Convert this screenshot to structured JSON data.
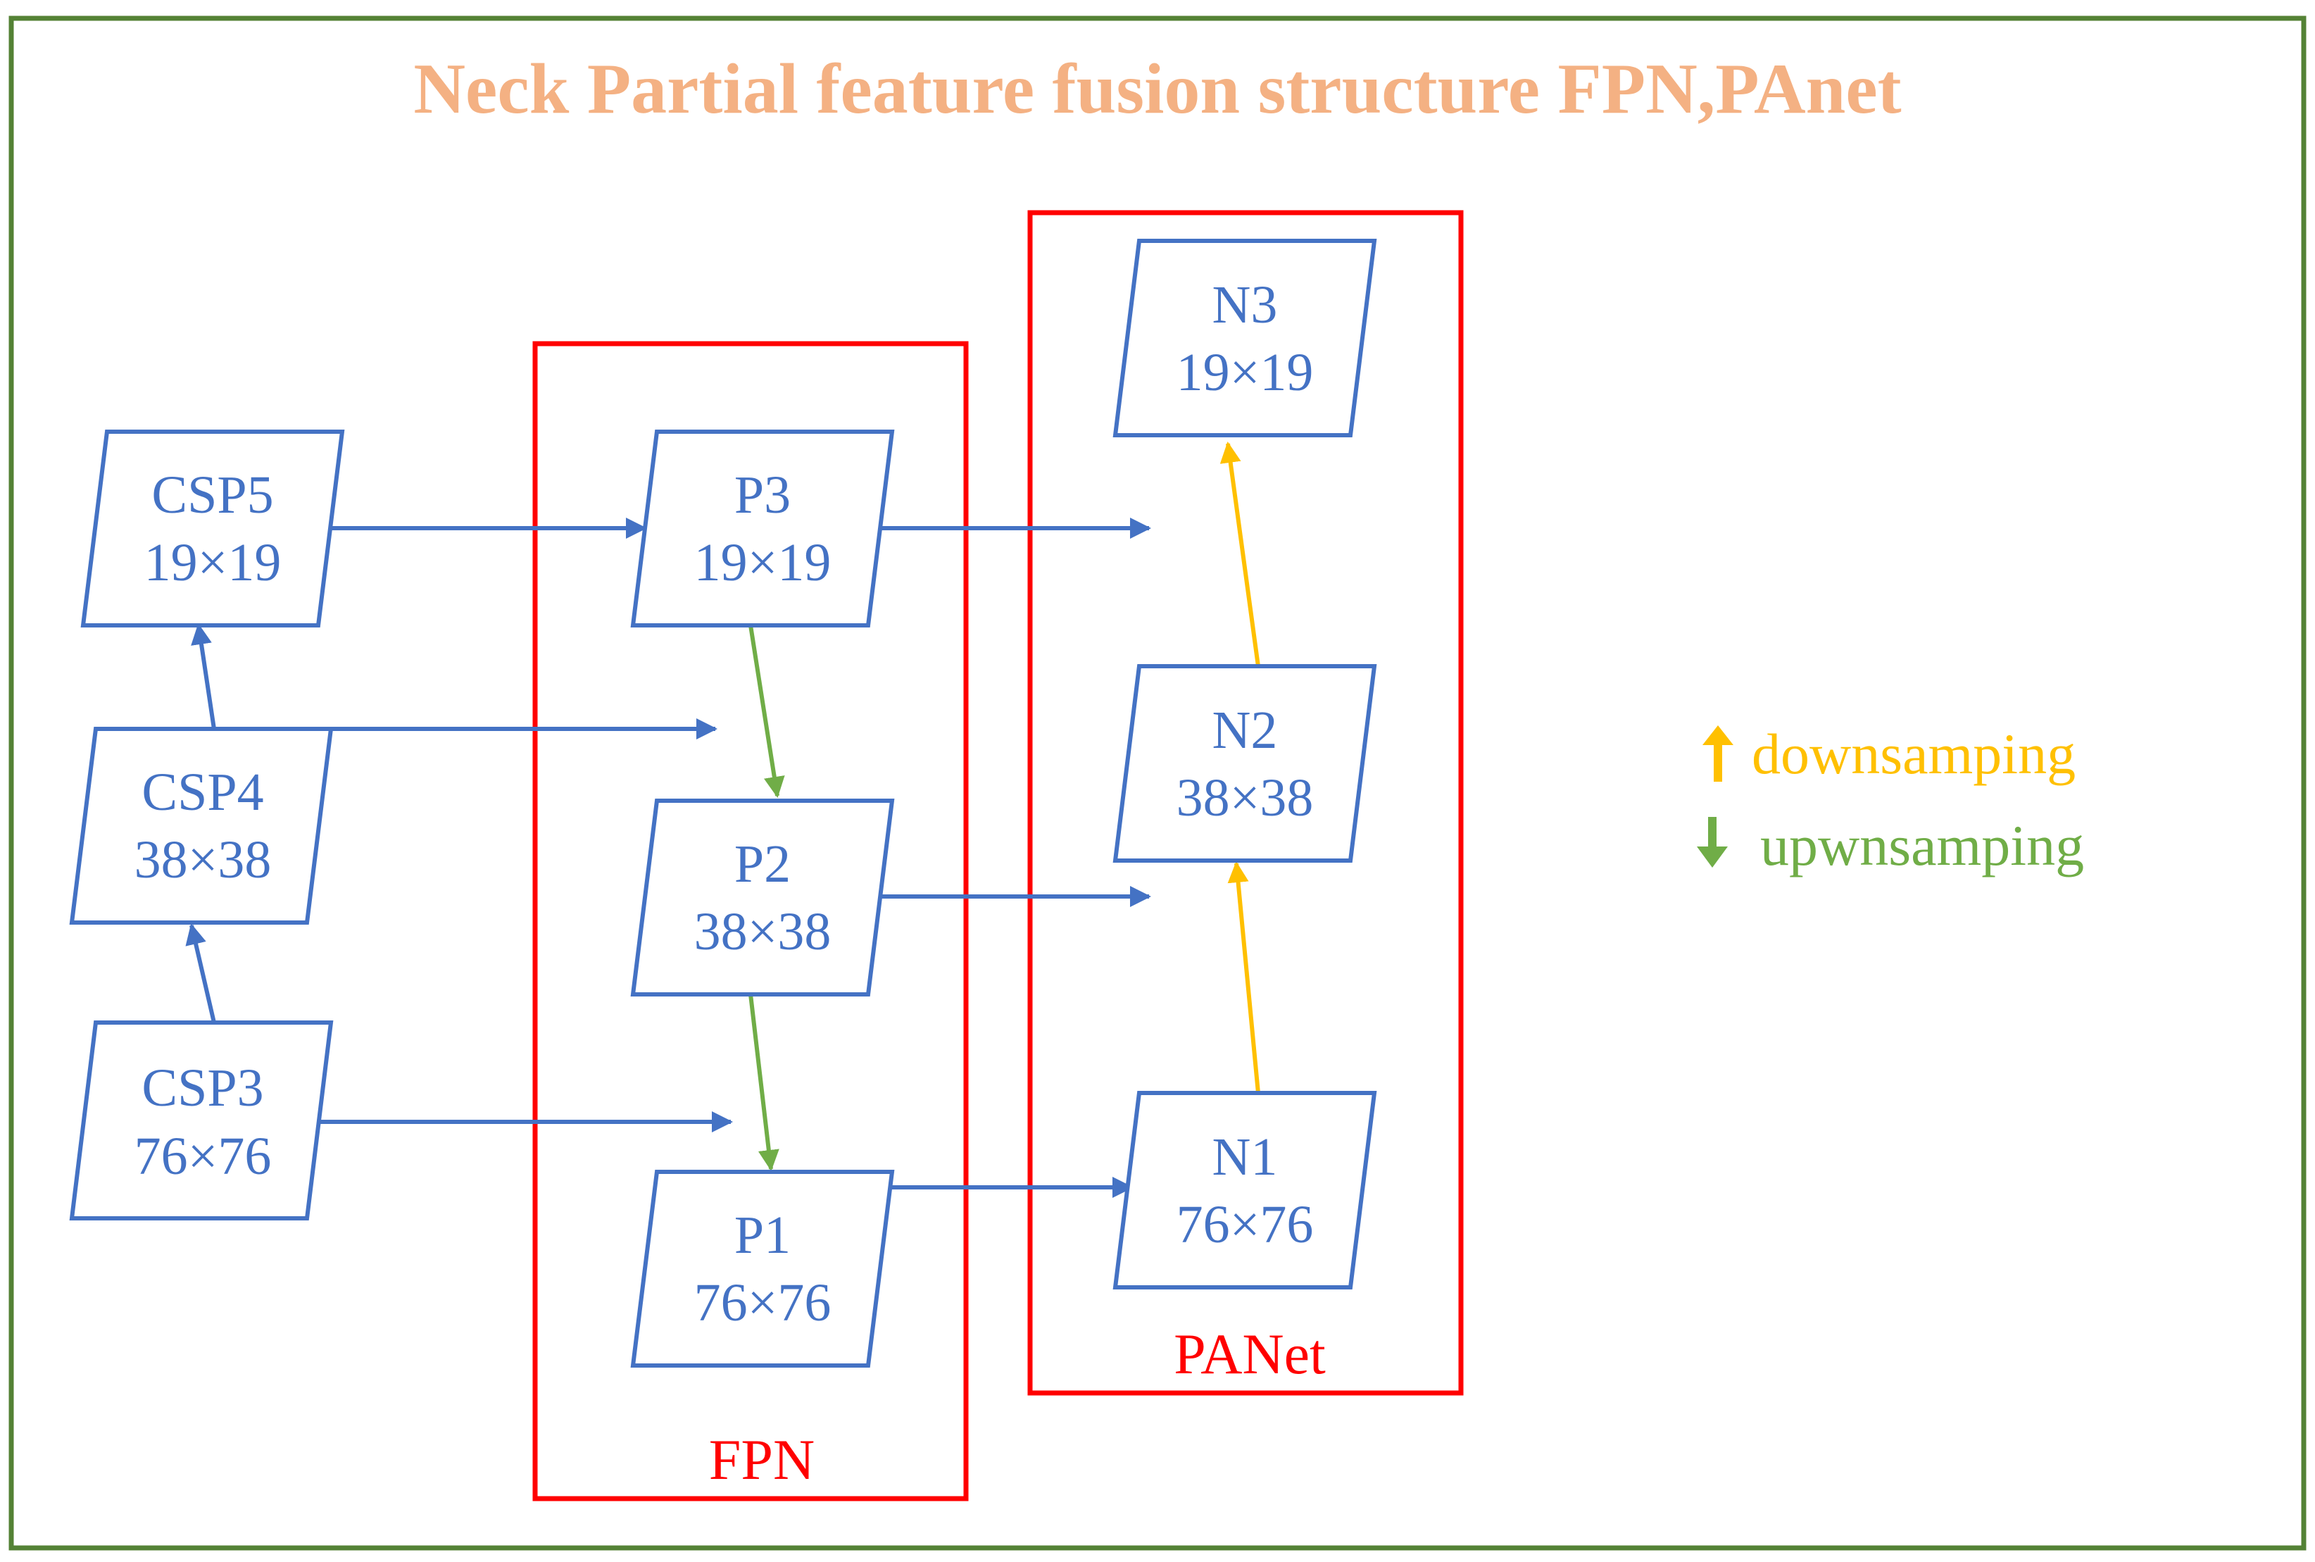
{
  "title": "Neck Partial feature fusion structure FPN,PAnet",
  "colors": {
    "frame": "#548235",
    "title": "#F4B183",
    "node": "#4472C4",
    "group": "#FF0000",
    "downsample": "#FFC000",
    "upsample": "#70AD47"
  },
  "nodes": {
    "csp5": {
      "name": "CSP5",
      "size": "19×19"
    },
    "csp4": {
      "name": "CSP4",
      "size": "38×38"
    },
    "csp3": {
      "name": "CSP3",
      "size": "76×76"
    },
    "p3": {
      "name": "P3",
      "size": "19×19"
    },
    "p2": {
      "name": "P2",
      "size": "38×38"
    },
    "p1": {
      "name": "P1",
      "size": "76×76"
    },
    "n3": {
      "name": "N3",
      "size": "19×19"
    },
    "n2": {
      "name": "N2",
      "size": "38×38"
    },
    "n1": {
      "name": "N1",
      "size": "76×76"
    }
  },
  "groups": {
    "fpn": "FPN",
    "panet": "PANet"
  },
  "legend": {
    "downsampling": {
      "icon": "up-arrow-icon",
      "label": "downsamping"
    },
    "upsampling": {
      "icon": "down-arrow-icon",
      "label": "upwnsamping"
    }
  }
}
